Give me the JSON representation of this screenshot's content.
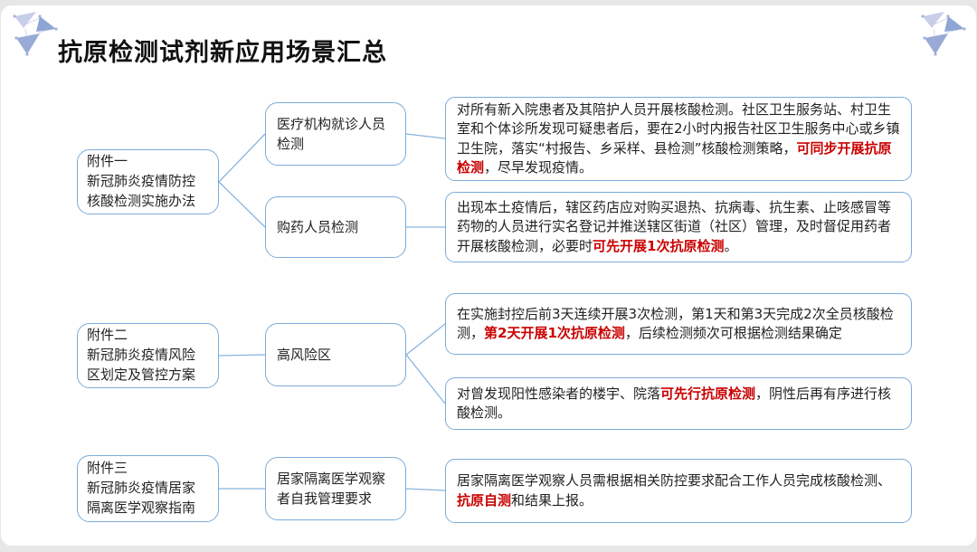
{
  "title": "抗原检测试剂新应用场景汇总",
  "colors": {
    "box_border": "#7aacd9",
    "accent_red": "#c90000",
    "text": "#222222",
    "background": "#ffffff"
  },
  "icons": {
    "corner_decoration": "triangle-cluster-icon"
  },
  "attachments": [
    {
      "text": "附件一\n新冠肺炎疫情防控\n核酸检测实施办法"
    },
    {
      "text": "附件二\n新冠肺炎疫情风险\n区划定及管控方案"
    },
    {
      "text": "附件三\n新冠肺炎疫情居家\n隔离医学观察指南"
    }
  ],
  "scenarios": [
    {
      "label": "医疗机构就诊人员检测"
    },
    {
      "label": "购药人员检测"
    },
    {
      "label": "高风险区"
    },
    {
      "label": "居家隔离医学观察者自我管理要求"
    }
  ],
  "details": [
    {
      "segments": [
        {
          "text": "对所有新入院患者及其陪护人员开展核酸检测。社区卫生服务站、村卫生室和个体诊所发现可疑患者后，要在2小时内报告社区卫生服务中心或乡镇卫生院，落实“村报告、乡采样、县检测”核酸检测策略，",
          "em": false
        },
        {
          "text": "可同步开展抗原检测",
          "em": true
        },
        {
          "text": "，尽早发现疫情。",
          "em": false
        }
      ]
    },
    {
      "segments": [
        {
          "text": "出现本土疫情后，辖区药店应对购买退热、抗病毒、抗生素、止咳感冒等药物的人员进行实名登记并推送辖区街道（社区）管理，及时督促用药者开展核酸检测，必要时",
          "em": false
        },
        {
          "text": "可先开展1次抗原检测",
          "em": true
        },
        {
          "text": "。",
          "em": false
        }
      ]
    },
    {
      "segments": [
        {
          "text": "在实施封控后前3天连续开展3次检测，第1天和第3天完成2次全员核酸检测，",
          "em": false
        },
        {
          "text": "第2天开展1次抗原检测",
          "em": true
        },
        {
          "text": "，后续检测频次可根据检测结果确定",
          "em": false
        }
      ]
    },
    {
      "segments": [
        {
          "text": "对曾发现阳性感染者的楼宇、院落",
          "em": false
        },
        {
          "text": "可先行抗原检测",
          "em": true
        },
        {
          "text": "，阴性后再有序进行核酸检测。",
          "em": false
        }
      ]
    },
    {
      "segments": [
        {
          "text": "居家隔离医学观察人员需根据相关防控要求配合工作人员完成核酸检测、",
          "em": false
        },
        {
          "text": "抗原自测",
          "em": true
        },
        {
          "text": "和结果上报。",
          "em": false
        }
      ]
    }
  ]
}
